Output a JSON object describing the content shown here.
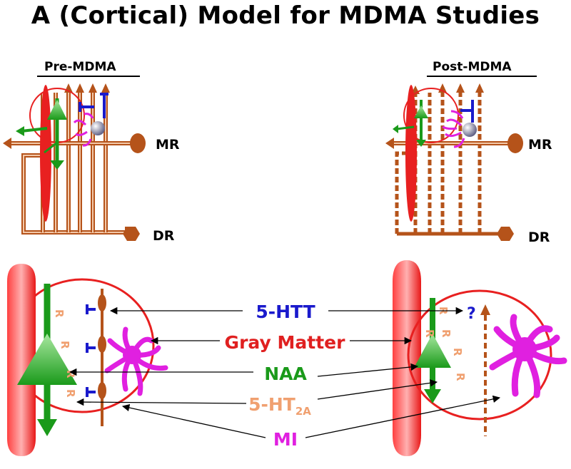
{
  "title": "A (Cortical) Model for MDMA Studies",
  "panels": {
    "pre": {
      "title": "Pre-MDMA",
      "mr_label": "MR",
      "dr_label": "DR"
    },
    "post": {
      "title": "Post-MDMA",
      "mr_label": "MR",
      "dr_label": "DR",
      "unknown_mark": "?"
    }
  },
  "receptor_letter": "R",
  "markers": {
    "htt": "5-HTT",
    "gray_matter": "Gray Matter",
    "naa": "NAA",
    "ht2a_main": "5-HT",
    "ht2a_sub": "2A",
    "mi": "MI"
  },
  "colors": {
    "serotonin_axon": "#b5531a",
    "transporter": "#1a1acc",
    "vessel": "#e82020",
    "neuron": "#1a9a1a",
    "glia": "#e020e0",
    "receptor": "#f0a070",
    "gray_matter_text": "#e02020",
    "htt_text": "#1a1acc",
    "naa_text": "#1a9a1a",
    "mi_text": "#e020e0"
  }
}
